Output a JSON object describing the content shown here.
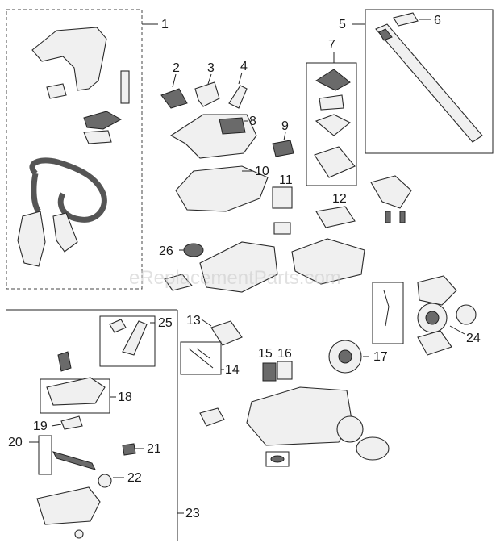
{
  "watermark": "eReplacementParts.com",
  "callouts": [
    {
      "id": "1",
      "label": "1"
    },
    {
      "id": "2",
      "label": "2"
    },
    {
      "id": "3",
      "label": "3"
    },
    {
      "id": "4",
      "label": "4"
    },
    {
      "id": "5",
      "label": "5"
    },
    {
      "id": "6",
      "label": "6"
    },
    {
      "id": "7",
      "label": "7"
    },
    {
      "id": "8",
      "label": "8"
    },
    {
      "id": "9",
      "label": "9"
    },
    {
      "id": "10",
      "label": "10"
    },
    {
      "id": "11",
      "label": "11"
    },
    {
      "id": "12",
      "label": "12"
    },
    {
      "id": "13",
      "label": "13"
    },
    {
      "id": "14",
      "label": "14"
    },
    {
      "id": "15",
      "label": "15"
    },
    {
      "id": "16",
      "label": "16"
    },
    {
      "id": "17",
      "label": "17"
    },
    {
      "id": "18",
      "label": "18"
    },
    {
      "id": "19",
      "label": "19"
    },
    {
      "id": "20",
      "label": "20"
    },
    {
      "id": "21",
      "label": "21"
    },
    {
      "id": "22",
      "label": "22"
    },
    {
      "id": "23",
      "label": "23"
    },
    {
      "id": "24",
      "label": "24"
    },
    {
      "id": "25",
      "label": "25"
    },
    {
      "id": "26",
      "label": "26"
    }
  ]
}
